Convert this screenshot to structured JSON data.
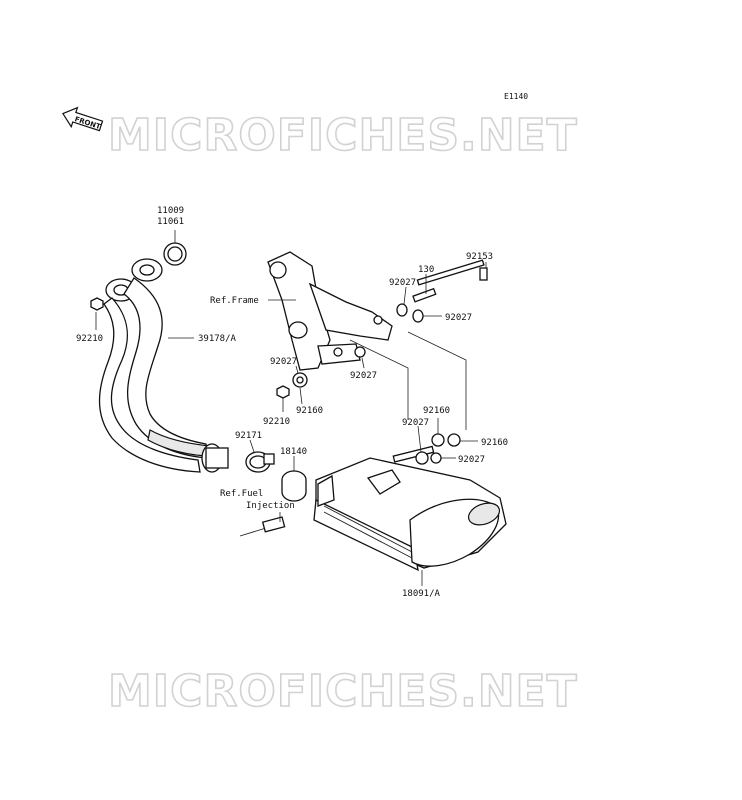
{
  "diagram": {
    "code": "E1140",
    "front_label": "FRONT",
    "watermark": "MICROFICHES.NET",
    "labels": {
      "l11009": "11009",
      "l11061": "11061",
      "l92210a": "92210",
      "l39178": "39178/A",
      "refframe": "Ref.Frame",
      "l92153": "92153",
      "l130": "130",
      "l92027a": "92027",
      "l92027b": "92027",
      "l92027c": "92027",
      "l92027d": "92027",
      "l92027e": "92027",
      "l92027f": "92027",
      "l92160a": "92160",
      "l92210b": "92210",
      "l92171": "92171",
      "l18140": "18140",
      "refinj1": "Ref.Fuel",
      "refinj2": "Injection",
      "l92160b": "92160",
      "l92160c": "92160",
      "l18091": "18091/A"
    }
  }
}
